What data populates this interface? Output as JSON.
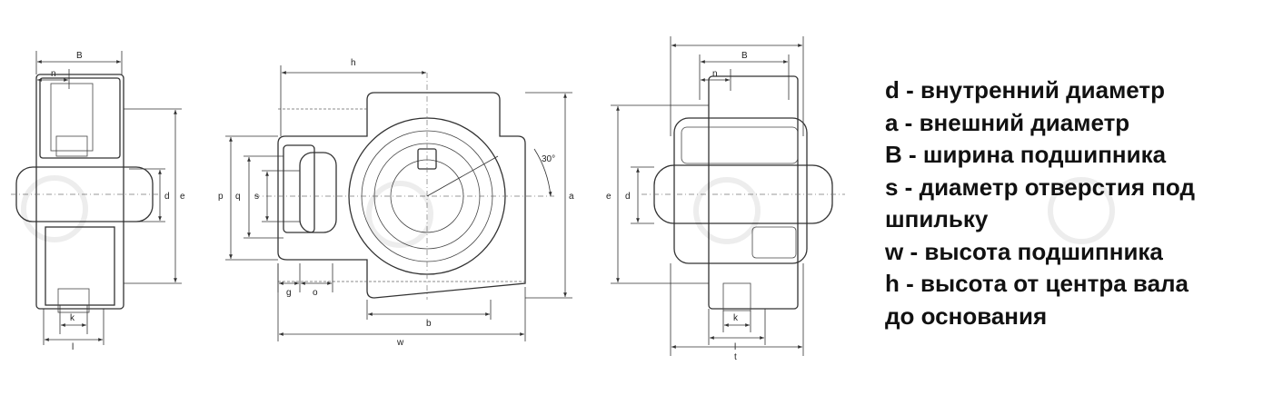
{
  "dimension_labels": {
    "B": "B",
    "n": "n",
    "d": "d",
    "e": "e",
    "k": "k",
    "l": "l",
    "h": "h",
    "p": "p",
    "q": "q",
    "s": "s",
    "g": "g",
    "o": "o",
    "b": "b",
    "w": "w",
    "a": "a",
    "angle": "30°",
    "t": "t"
  },
  "legend": [
    "d - внутренний диаметр",
    "a - внешний диаметр",
    "B - ширина подшипника",
    "s - диаметр отверстия под",
    "шпильку",
    "w - высота подшипника",
    "h - высота от центра вала",
    "до основания"
  ]
}
